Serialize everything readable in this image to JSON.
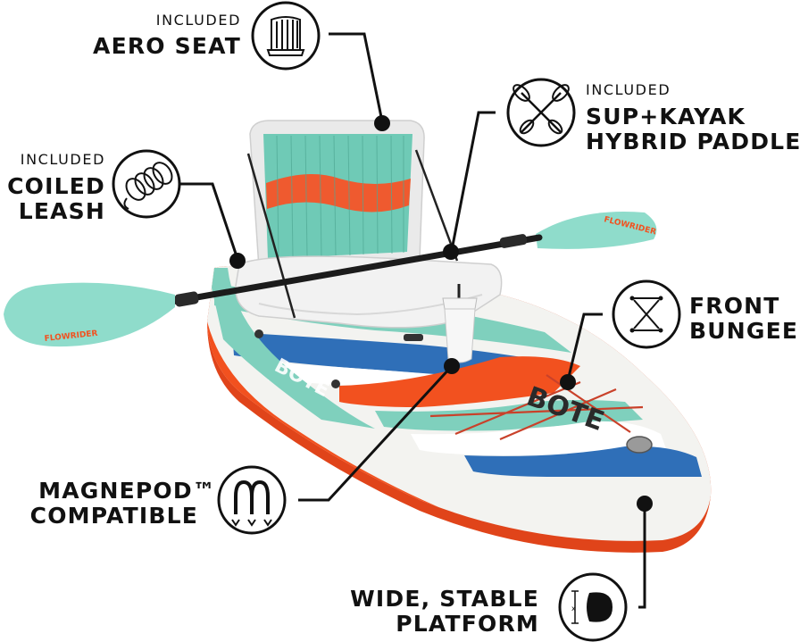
{
  "callouts": {
    "aero_seat": {
      "small": "INCLUDED",
      "title": "AERO SEAT",
      "icon": "seat-icon"
    },
    "paddle": {
      "small": "INCLUDED",
      "title_line1": "SUP+KAYAK",
      "title_line2": "HYBRID PADDLE",
      "icon": "paddle-icon"
    },
    "leash": {
      "small": "INCLUDED",
      "title_line1": "COILED",
      "title_line2": "LEASH",
      "icon": "coiled-leash-icon"
    },
    "bungees": {
      "title_line1": "FRONT",
      "title_line2": "BUNGEES",
      "icon": "bungee-icon"
    },
    "magnepod": {
      "title_line1": "MAGNEPOD™",
      "title_line2": "COMPATIBLE",
      "icon": "magnet-icon"
    },
    "platform": {
      "title_line1": "WIDE, STABLE",
      "title_line2": "PLATFORM",
      "icon": "width-icon"
    }
  },
  "product_text": {
    "paddle_brand": "FLOWRIDER",
    "board_brand": "BOTE"
  },
  "colors": {
    "board_orange": "#f2511f",
    "board_teal": "#7fd0bd",
    "board_blue": "#2f6fb8",
    "paddle_teal": "#8fdccb",
    "ink": "#111111"
  }
}
